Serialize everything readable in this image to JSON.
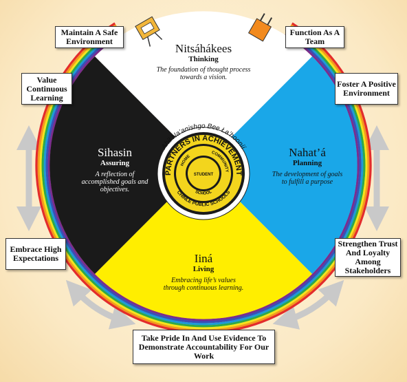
{
  "outer_boxes": {
    "safe_environment": "Maintain A Safe Environment",
    "function_team": "Function As A Team",
    "value_learning": "Value Continuous Learning",
    "positive_environment": "Foster A Positive Environment",
    "high_expectations": "Embrace High Expectations",
    "trust_loyalty": "Strengthen Trust And Loyalty Among Stakeholders",
    "pride_evidence": "Take Pride In And Use Evidence To Demonstrate Accountability For Our Work"
  },
  "quadrants": {
    "top": {
      "name": "Nitsáhákees",
      "sub": "Thinking",
      "desc": "The foundation of thought process towards a vision."
    },
    "left": {
      "name": "Sihasin",
      "sub": "Assuring",
      "desc": "A reflection of accomplished goals and objectives."
    },
    "right": {
      "name": "Nahat’á",
      "sub": "Planning",
      "desc": "The development of goals to fulfill a purpose"
    },
    "bottom": {
      "name": "Iiná",
      "sub": "Living",
      "desc": "Embracing life’s values through continuous learning."
    }
  },
  "seal": {
    "arc_text": "Ahił Na’anishgo Bee Łaʼhooníí",
    "ring_text": "PARTNERS IN ACHIEVEMENT",
    "bottom_text": "CHINLE PUBLIC SCHOOLS",
    "student": "STUDENT",
    "home": "HOME",
    "community": "COMMUNITY",
    "school": "SCHOOL"
  },
  "colors": {
    "thinking": "#ffffff",
    "assuring": "#1a1a1a",
    "planning": "#1aa7e8",
    "living": "#ffee00",
    "seal_gold": "#f3d51d",
    "arrow_gray": "#c9c9c9"
  }
}
